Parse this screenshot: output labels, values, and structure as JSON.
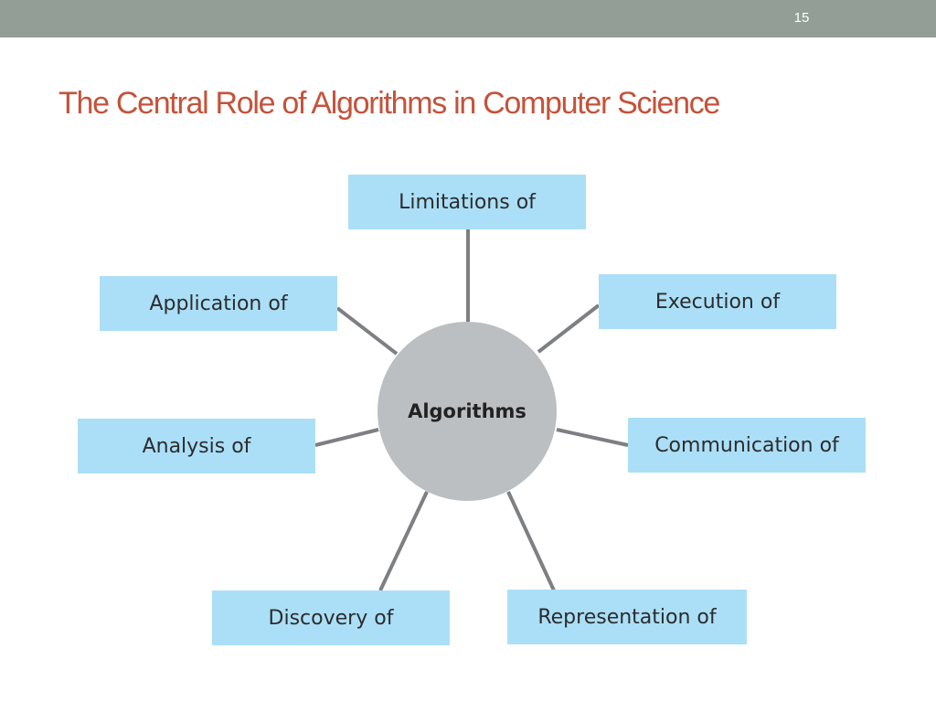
{
  "slide": {
    "number": "15",
    "title": "The Central Role of Algorithms in Computer Science"
  },
  "diagram": {
    "center": "Algorithms",
    "nodes": [
      {
        "id": "limitations",
        "label": "Limitations of"
      },
      {
        "id": "execution",
        "label": "Execution of"
      },
      {
        "id": "communication",
        "label": "Communication of"
      },
      {
        "id": "representation",
        "label": "Representation of"
      },
      {
        "id": "discovery",
        "label": "Discovery of"
      },
      {
        "id": "analysis",
        "label": "Analysis of"
      },
      {
        "id": "application",
        "label": "Application of"
      }
    ]
  },
  "colors": {
    "top_bar": "#929e96",
    "title": "#c5523a",
    "node_fill": "#abdff7",
    "hub_fill": "#bcbfc2",
    "connector": "#7d7f82"
  }
}
